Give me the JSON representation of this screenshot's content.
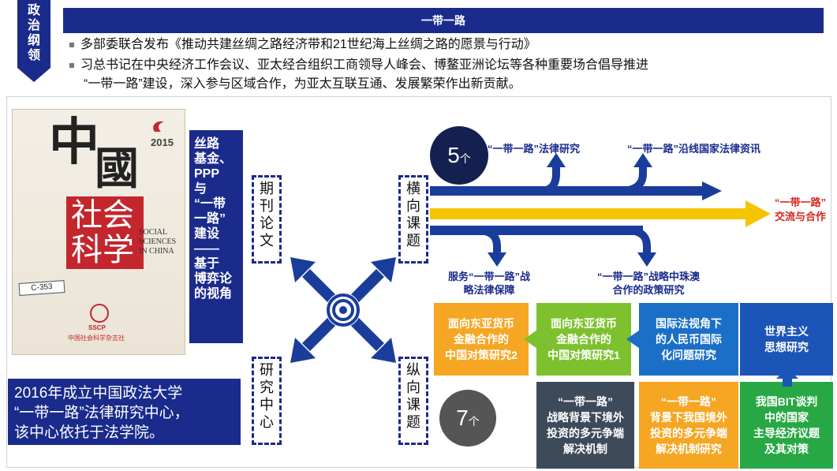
{
  "side_label": [
    "政",
    "治",
    "纲",
    "领"
  ],
  "title": "一带一路",
  "bullets": [
    "多部委联合发布《推动共建丝绸之路经济带和21世纪海上丝绸之路的愿景与行动》",
    "习总书记在中央经济工作会议、亚太经合组织工商领导人峰会、博鳌亚洲论坛等各种重要场合倡导推进",
    "“一带一路”建设，深入参与区域合作，为亚太互联互通、发展繁荣作出新贡献。"
  ],
  "cover": {
    "year": "2015",
    "char_top": "中",
    "char_mid": "國",
    "char_bottom_1": "社会",
    "char_bottom_2": "科学",
    "en_1": "SOCIAL",
    "en_2": "SCIENCES",
    "en_3": "IN CHINA",
    "sticker": "C-353",
    "badge_text": "SSCP",
    "publisher": "中国社会科学杂志社"
  },
  "paper_box": [
    "丝路",
    "基金、",
    "PPP",
    "与",
    "“一带",
    "一路”",
    "建设",
    "——",
    "基于",
    "博弈论",
    "的视角"
  ],
  "labels": {
    "journal": [
      "期",
      "刊",
      "论",
      "文"
    ],
    "horizontal": [
      "横",
      "向",
      "课",
      "题"
    ],
    "center": [
      "研",
      "究",
      "中",
      "心"
    ],
    "vertical": [
      "纵",
      "向",
      "课",
      "题"
    ]
  },
  "counts": {
    "horizontal": "5",
    "vertical": "7",
    "unit": "个"
  },
  "horizontal_topics": {
    "top_1": "“一带一路”法律研究",
    "top_2": "“一带一路”沿线国家法律资讯",
    "right_1": "“一带一路”",
    "right_2": "交流与合作",
    "bottom_1a": "服务“一带一路”战",
    "bottom_1b": "略法律保障",
    "bottom_2a": "“一带一路”战略中珠澳",
    "bottom_2b": "合作的政策研究"
  },
  "vertical_cards": [
    {
      "text": "面向东亚货币\n金融合作的\n中国对策研究2",
      "color": "#f5a623"
    },
    {
      "text": "面向东亚货币\n金融合作的\n中国对策研究1",
      "color": "#7dc12f"
    },
    {
      "text": "国际法视角下\n的人民币国际\n化问题研究",
      "color": "#1b6fc6"
    },
    {
      "text": "世界主义\n思想研究",
      "color": "#1b55b8"
    },
    {
      "text": "“一带一路”\n战略背景下境外\n投资的多元争端\n解决机制",
      "color": "#3d4a5a"
    },
    {
      "text": "“一带一路”\n背景下我国境外\n投资的多元争端\n解决机制研究",
      "color": "#f5a623"
    },
    {
      "text": "我国BIT谈判\n中的国家\n主导经济议题\n及其对策",
      "color": "#28a845"
    }
  ],
  "research_center": [
    "2016年成立中国政法大学",
    "“一带一路”法律研究中心，",
    "该中心依托于法学院。"
  ]
}
